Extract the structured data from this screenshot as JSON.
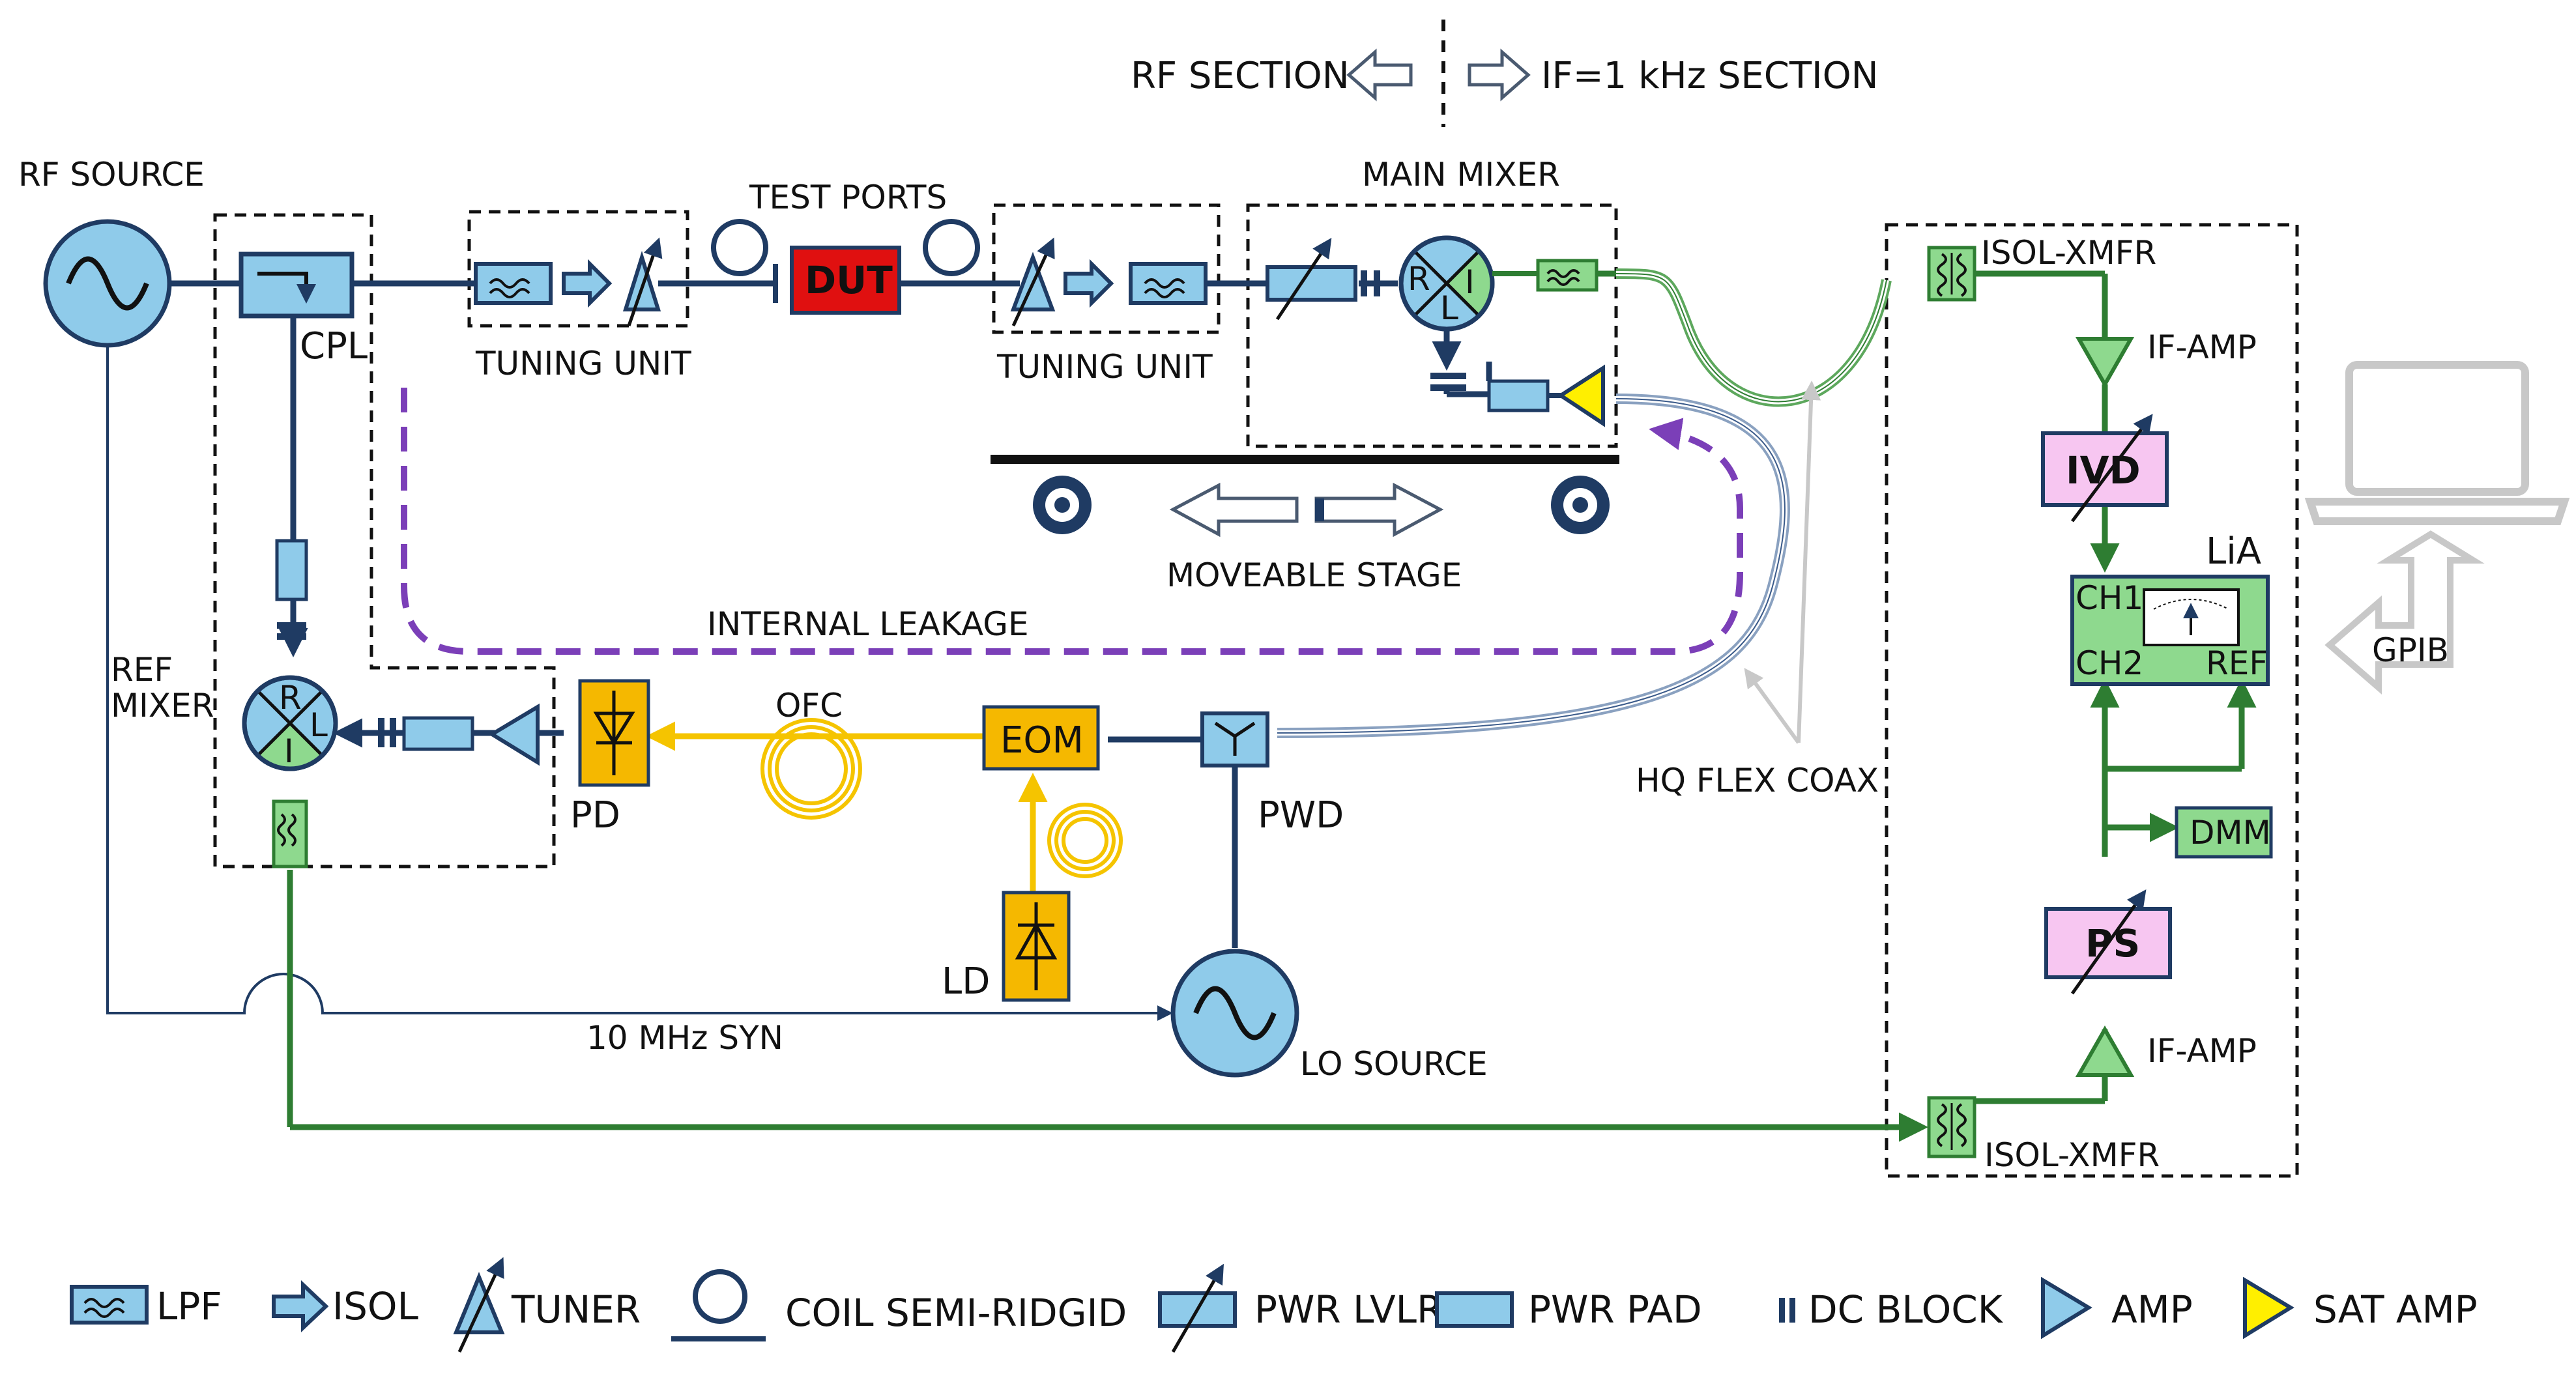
{
  "colors": {
    "rf_line": "#1f3b63",
    "if_line": "#2e7d32",
    "opt_line": "#f5c400",
    "gray": "#c8c8c8",
    "leak": "#7b3fb8",
    "component_blue": "#8fcbea",
    "component_green": "#8ed98e",
    "optical": "#f5b800",
    "dut": "#e01010",
    "pink": "#f7c6f1",
    "sat_amp": "#ffef00"
  },
  "sections": {
    "rf": "RF SECTION",
    "if": "IF=1 kHz SECTION"
  },
  "labels": {
    "rf_source": "RF SOURCE",
    "cpl": "CPL",
    "tuning_unit_1": "TUNING UNIT",
    "tuning_unit_2": "TUNING UNIT",
    "test_ports": "TEST PORTS",
    "dut": "DUT",
    "main_mixer": "MAIN MIXER",
    "moveable_stage": "MOVEABLE STAGE",
    "internal_leakage": "INTERNAL LEAKAGE",
    "ref_mixer_line1": "REF",
    "ref_mixer_line2": "MIXER",
    "pd": "PD",
    "ofc": "OFC",
    "eom": "EOM",
    "pwd": "PWD",
    "ld": "LD",
    "syn": "10 MHz SYN",
    "lo_source": "LO SOURCE",
    "hq_flex_coax": "HQ FLEX COAX",
    "isol_xmfr_top": "ISOL-XMFR",
    "isol_xmfr_bottom": "ISOL-XMFR",
    "if_amp_top": "IF-AMP",
    "if_amp_bottom": "IF-AMP",
    "ivd": "IVD",
    "lia": "LiA",
    "ch1": "CH1",
    "ch2": "CH2",
    "ref": "REF",
    "dmm": "DMM",
    "ps": "PS",
    "gpib": "GPIB",
    "mixer_r": "R",
    "mixer_l": "L",
    "mixer_i": "I"
  },
  "legend": [
    {
      "icon": "lpf-icon",
      "label": "LPF"
    },
    {
      "icon": "isol-icon",
      "label": "ISOL"
    },
    {
      "icon": "tuner-icon",
      "label": "TUNER"
    },
    {
      "icon": "coil-icon",
      "label": "COIL SEMI-RIDGID"
    },
    {
      "icon": "pwr-lvlr-icon",
      "label": "PWR LVLR"
    },
    {
      "icon": "pwr-pad-icon",
      "label": "PWR PAD"
    },
    {
      "icon": "dc-block-icon",
      "label": "DC BLOCK"
    },
    {
      "icon": "amp-icon",
      "label": "AMP"
    },
    {
      "icon": "sat-amp-icon",
      "label": "SAT AMP"
    }
  ]
}
